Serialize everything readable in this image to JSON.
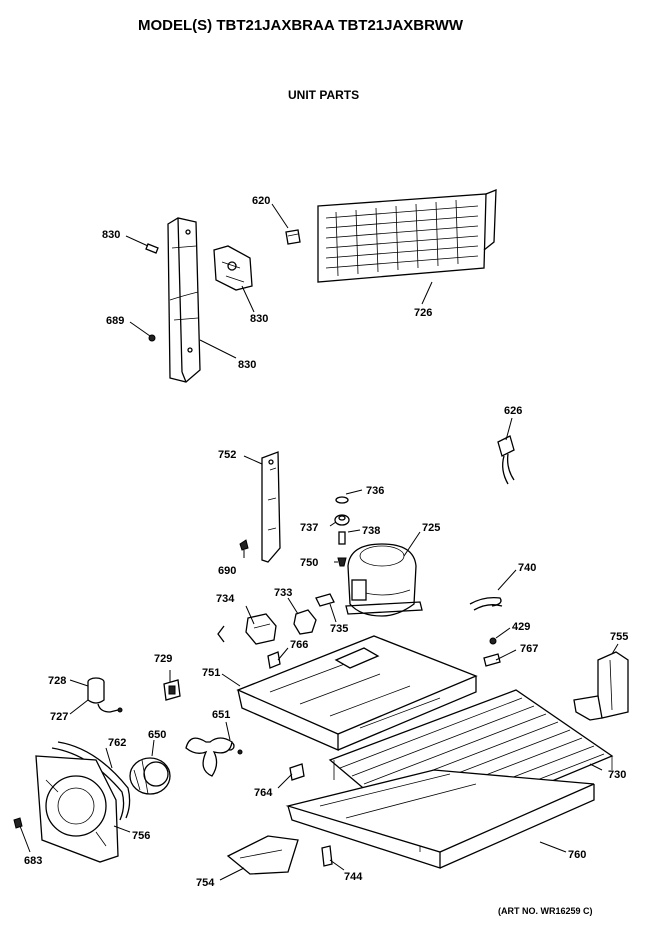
{
  "title": "MODEL(S) TBT21JAXBRAA  TBT21JAXBRWW",
  "subtitle": "UNIT PARTS",
  "art_no": "(ART NO. WR16259 C)",
  "parts": {
    "p830a": "830",
    "p830b": "830",
    "p830c": "830",
    "p689": "689",
    "p620": "620",
    "p726": "726",
    "p626": "626",
    "p752": "752",
    "p690": "690",
    "p736": "736",
    "p737": "737",
    "p738": "738",
    "p725": "725",
    "p750": "750",
    "p740": "740",
    "p734": "734",
    "p733": "733",
    "p735": "735",
    "p766": "766",
    "p429": "429",
    "p767": "767",
    "p755": "755",
    "p729": "729",
    "p751": "751",
    "p728": "728",
    "p727": "727",
    "p651": "651",
    "p762": "762",
    "p650": "650",
    "p764": "764",
    "p730": "730",
    "p756": "756",
    "p683": "683",
    "p760": "760",
    "p754": "754",
    "p744": "744"
  }
}
